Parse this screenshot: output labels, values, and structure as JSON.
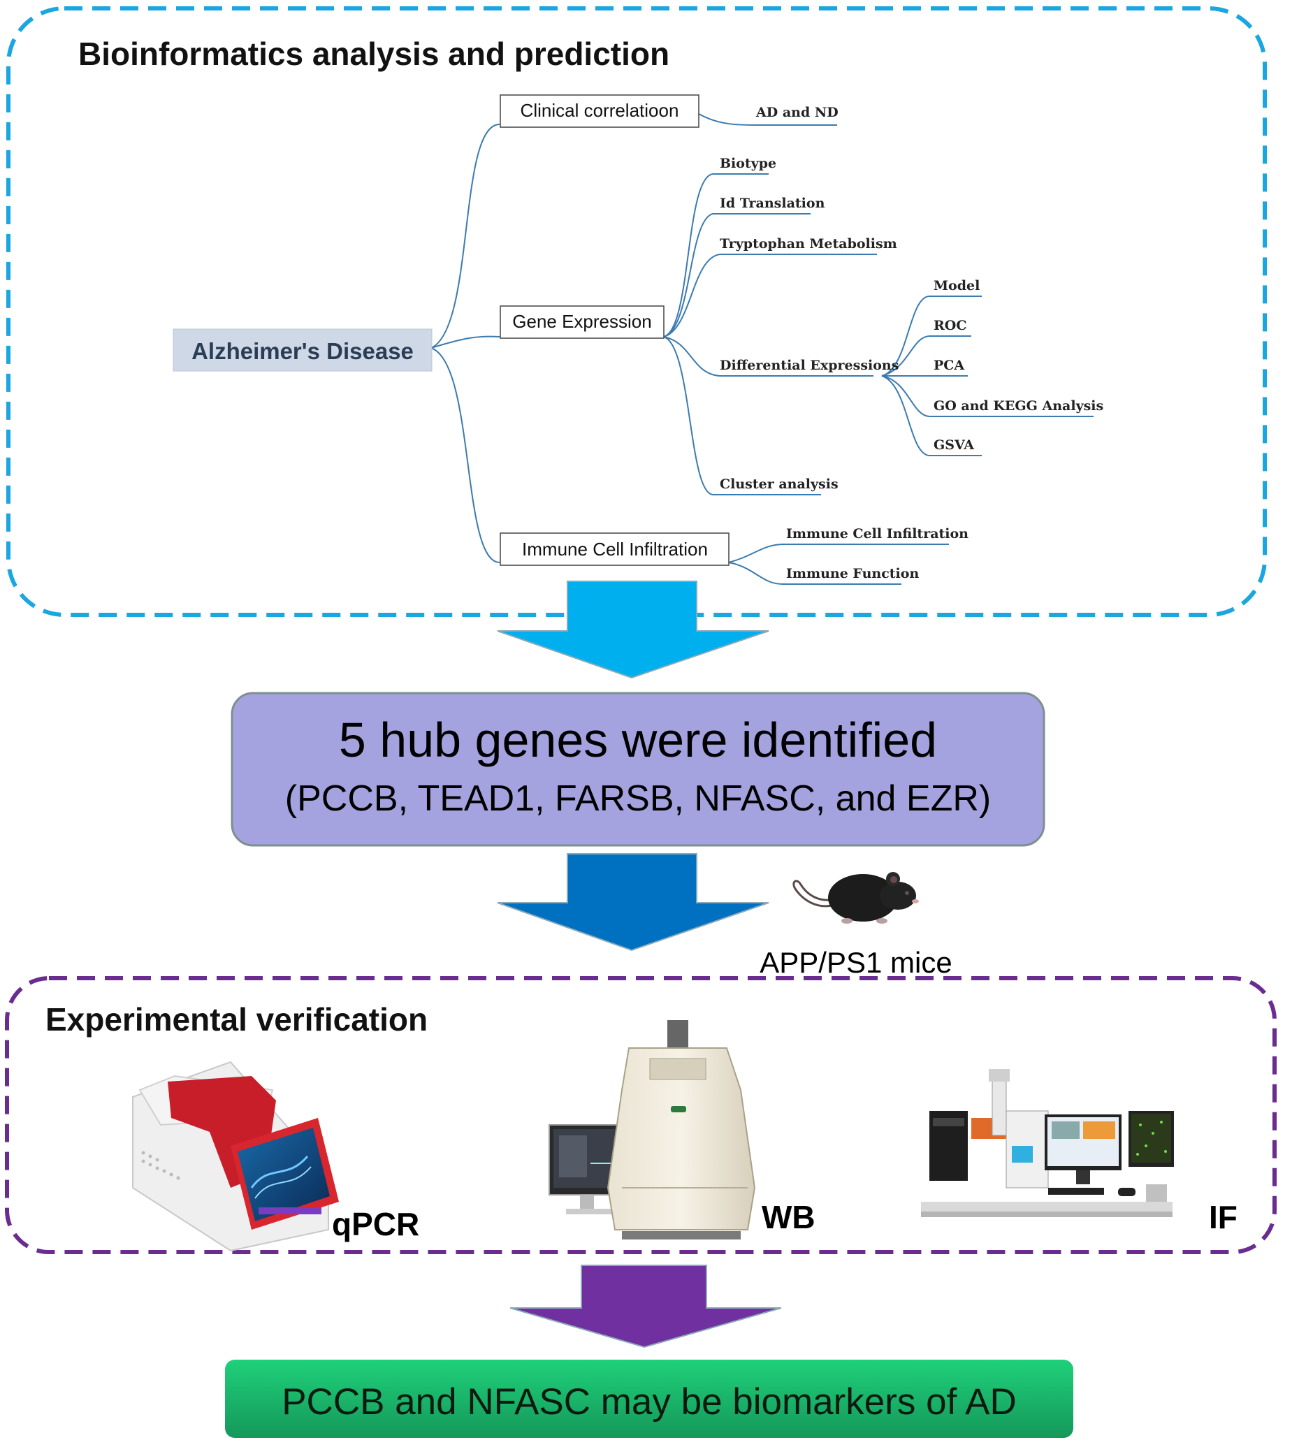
{
  "panels": {
    "bioinformatics_title": "Bioinformatics analysis and prediction",
    "experimental_title": "Experimental verification"
  },
  "mindmap": {
    "root": "Alzheimer's Disease",
    "branches": {
      "clinical": {
        "label": "Clinical correlatioon",
        "children": [
          "AD and ND"
        ]
      },
      "gene": {
        "label": "Gene Expression",
        "children": [
          "Biotype",
          "Id Translation",
          "Tryptophan Metabolism",
          "Differential Expressions",
          "Cluster analysis"
        ],
        "differential_children": [
          "Model",
          "ROC",
          "PCA",
          "GO and KEGG Analysis",
          "GSVA"
        ]
      },
      "immune": {
        "label": "Immune Cell Infiltration",
        "children": [
          "Immune Cell Infiltration",
          "Immune Function"
        ]
      }
    }
  },
  "hub": {
    "line1": "5 hub genes were identified",
    "line2": "(PCCB, TEAD1, FARSB, NFASC, and EZR)"
  },
  "model_label": "APP/PS1 mice",
  "methods": {
    "qpcr": "qPCR",
    "wb": "WB",
    "if": "IF"
  },
  "conclusion": "PCCB and NFASC may be biomarkers of AD",
  "colors": {
    "bio_border": "#1aa6e0",
    "exp_border": "#6a2d8f",
    "arrow1": "#00b0ee",
    "arrow2": "#0070c0",
    "arrow3": "#7030a0",
    "hub_fill": "#a4a3df",
    "conclusion_fill": "#22c06a",
    "tree_line": "#3b7bb0"
  }
}
